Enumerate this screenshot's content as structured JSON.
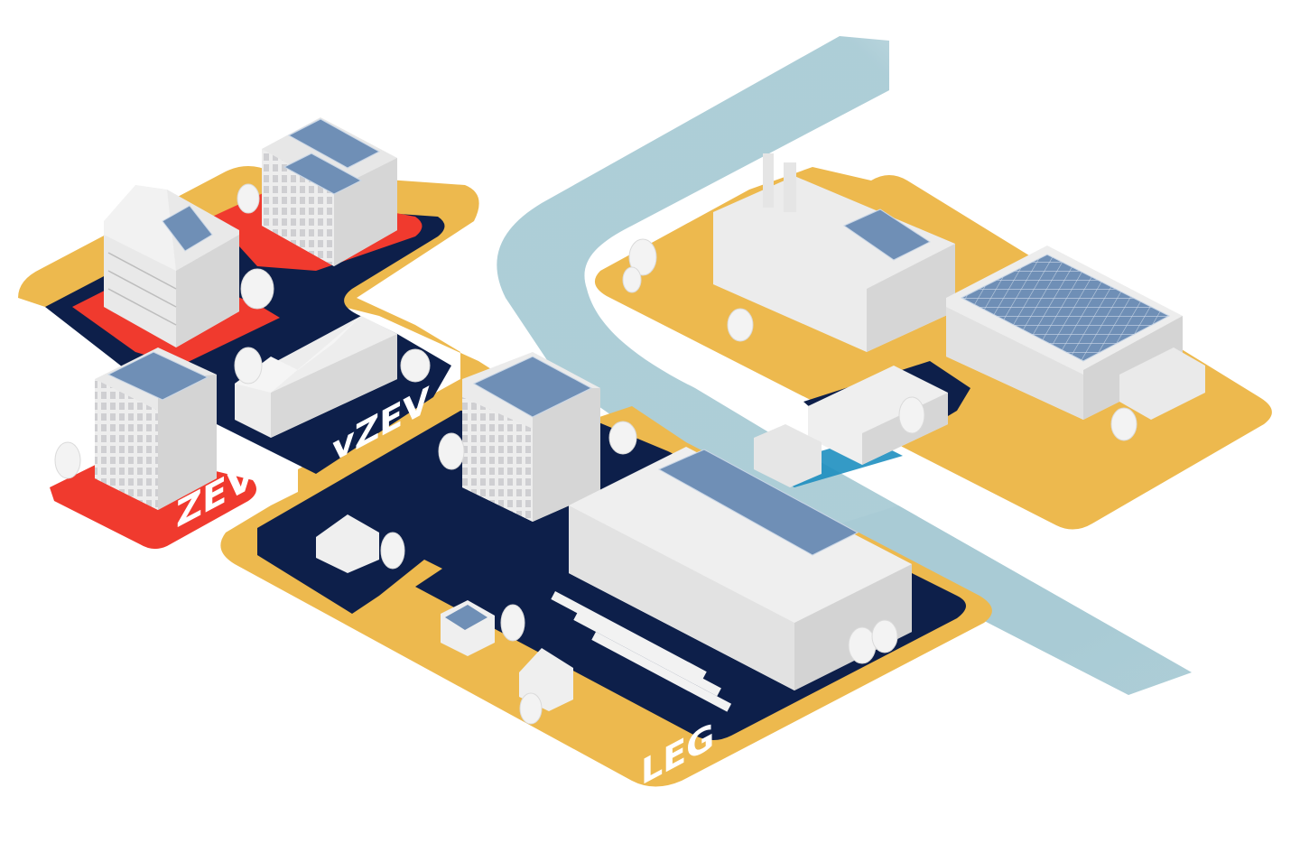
{
  "labels": {
    "zev": "ZEV",
    "vzev": "vZEV",
    "leg": "LEG"
  },
  "colors": {
    "leg_zone": "#EDB94E",
    "vzev_zone": "#0D1F4A",
    "zev_zone": "#F03A2E",
    "river": "#A9CBD5",
    "building": "#ECECEC",
    "building_shadow": "#D2D2D2",
    "solar_panel": "#6F8FB6"
  },
  "icons": {
    "tree": "tree-icon",
    "solar": "solar-panel-icon",
    "house": "house-icon"
  }
}
